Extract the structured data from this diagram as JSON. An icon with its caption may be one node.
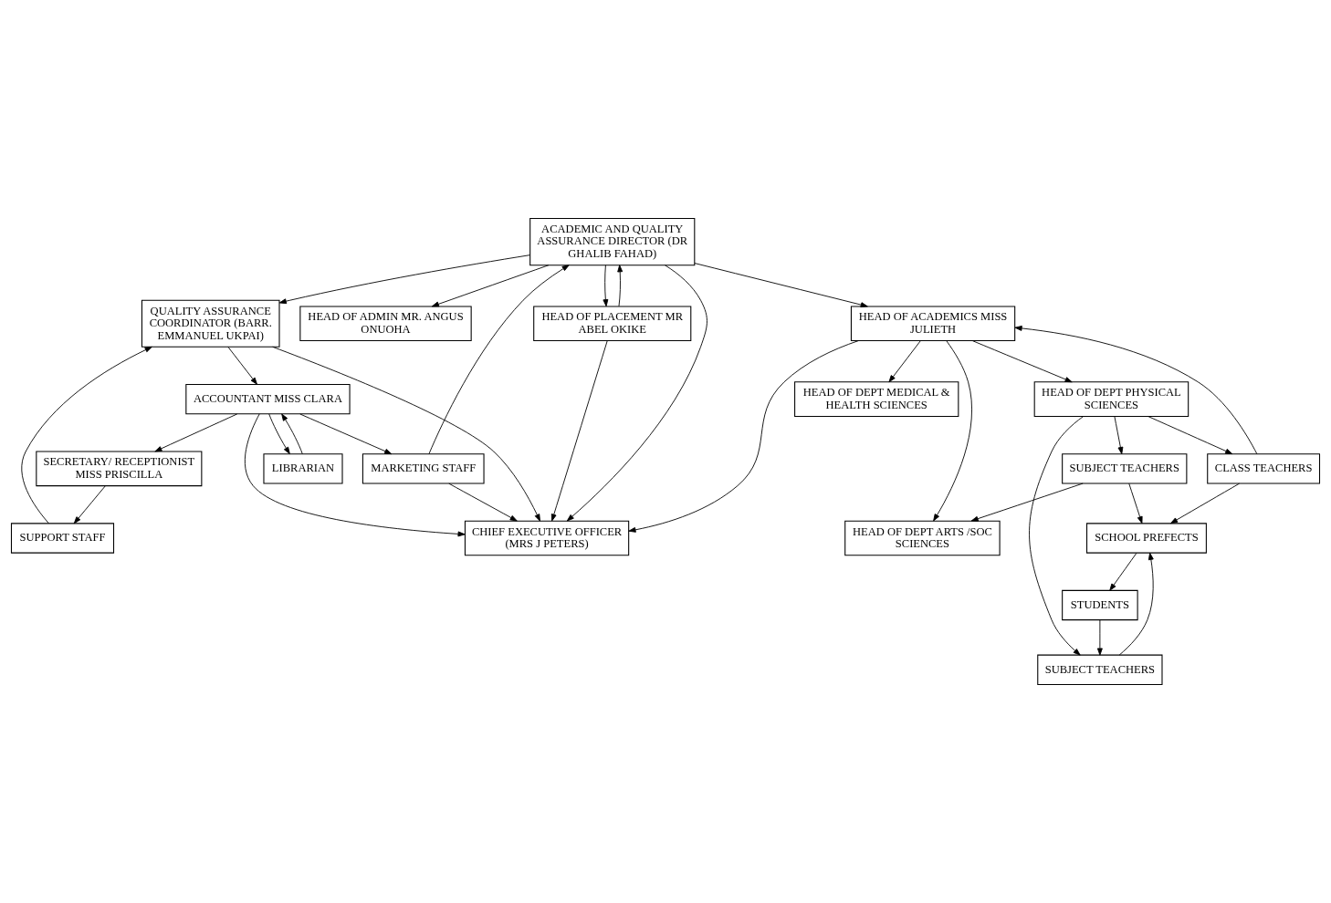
{
  "diagram": {
    "nodes": [
      {
        "text": [
          "CHIEF EXECUTIVE OFFICER (MRS J PETERS)"
        ]
      },
      {
        "text": [
          "ACADEMIC AND QUALITY ASSURANCE DIRECTOR (DR GHALIB FAHAD)"
        ]
      },
      {
        "text": [
          "HEAD OF ADMIN MR. ANGUS ONUOHA"
        ]
      },
      {
        "text": [
          "QUALITY ASSURANCE COORDINATOR (BARR. EMMANUEL UKPAI)"
        ]
      },
      {
        "text": [
          "HEAD OF PLACEMENT MR ABEL OKIKE"
        ]
      },
      {
        "text": [
          "HEAD OF ACADEMICS MISS JULIETH"
        ]
      },
      {
        "text": [
          "ACCOUNTANT MISS CLARA"
        ]
      },
      {
        "text": [
          "HEAD OF DEPT ARTS /SOC SCIENCES"
        ]
      },
      {
        "text": [
          "HEAD OF DEPT PHYSICAL SCIENCES"
        ]
      },
      {
        "text": [
          "HEAD OF DEPT MEDICAL & HEALTH SCIENCES"
        ]
      },
      {
        "text": [
          "LIBRARIAN"
        ]
      },
      {
        "text": [
          "SECRETARY/ RECEPTIONIST MISS PRISCILLA"
        ]
      },
      {
        "text": [
          "MARKETING STAFF"
        ]
      },
      {
        "text": [
          "SUBJECT TEACHERS"
        ]
      },
      {
        "text": [
          "CLASS TEACHERS"
        ]
      },
      {
        "text": [
          "SUBJECT TEACHERS"
        ]
      },
      {
        "text": [
          "SUPPORT STAFF"
        ]
      },
      {
        "text": [
          "SCHOOL PREFECTS"
        ]
      },
      {
        "text": [
          "STUDENTS"
        ]
      }
    ],
    "edges": [
      {
        "from": 1,
        "to": 0,
        "arrow": "to"
      },
      {
        "from": 12,
        "to": 0,
        "arrow": "to"
      },
      {
        "from": 4,
        "to": 0,
        "arrow": "to"
      },
      {
        "from": 4,
        "to": 1,
        "arrow": "to"
      },
      {
        "from": 1,
        "to": 2,
        "arrow": "to"
      },
      {
        "from": 1,
        "to": 3,
        "arrow": "to"
      },
      {
        "from": 1,
        "to": 4,
        "arrow": "to"
      },
      {
        "from": 1,
        "to": 5,
        "arrow": "to"
      },
      {
        "from": 12,
        "to": 1,
        "arrow": "to"
      },
      {
        "from": 5,
        "to": 0,
        "arrow": "to"
      },
      {
        "from": 3,
        "to": 0,
        "arrow": "to"
      },
      {
        "from": 6,
        "to": 0,
        "arrow": "to"
      },
      {
        "from": 3,
        "to": 6,
        "arrow": "to"
      },
      {
        "from": 10,
        "to": 6,
        "arrow": "to"
      },
      {
        "from": 6,
        "to": 10,
        "arrow": "to"
      },
      {
        "from": 6,
        "to": 11,
        "arrow": "to"
      },
      {
        "from": 6,
        "to": 12,
        "arrow": "to"
      },
      {
        "from": 11,
        "to": 16,
        "arrow": "to"
      },
      {
        "from": 16,
        "to": 3,
        "arrow": "to"
      },
      {
        "from": 5,
        "to": 7,
        "arrow": "to"
      },
      {
        "from": 5,
        "to": 8,
        "arrow": "to"
      },
      {
        "from": 5,
        "to": 9,
        "arrow": "to"
      },
      {
        "from": 13,
        "to": 7,
        "arrow": "to"
      },
      {
        "from": 8,
        "to": 13,
        "arrow": "to"
      },
      {
        "from": 8,
        "to": 14,
        "arrow": "to"
      },
      {
        "from": 8,
        "to": 15,
        "arrow": "to"
      },
      {
        "from": 14,
        "to": 5,
        "arrow": "to"
      },
      {
        "from": 13,
        "to": 17,
        "arrow": "to"
      },
      {
        "from": 14,
        "to": 17,
        "arrow": "to"
      },
      {
        "from": 15,
        "to": 17,
        "arrow": "to"
      },
      {
        "from": 17,
        "to": 18,
        "arrow": "to"
      },
      {
        "from": 18,
        "to": 15,
        "arrow": "to"
      }
    ]
  }
}
